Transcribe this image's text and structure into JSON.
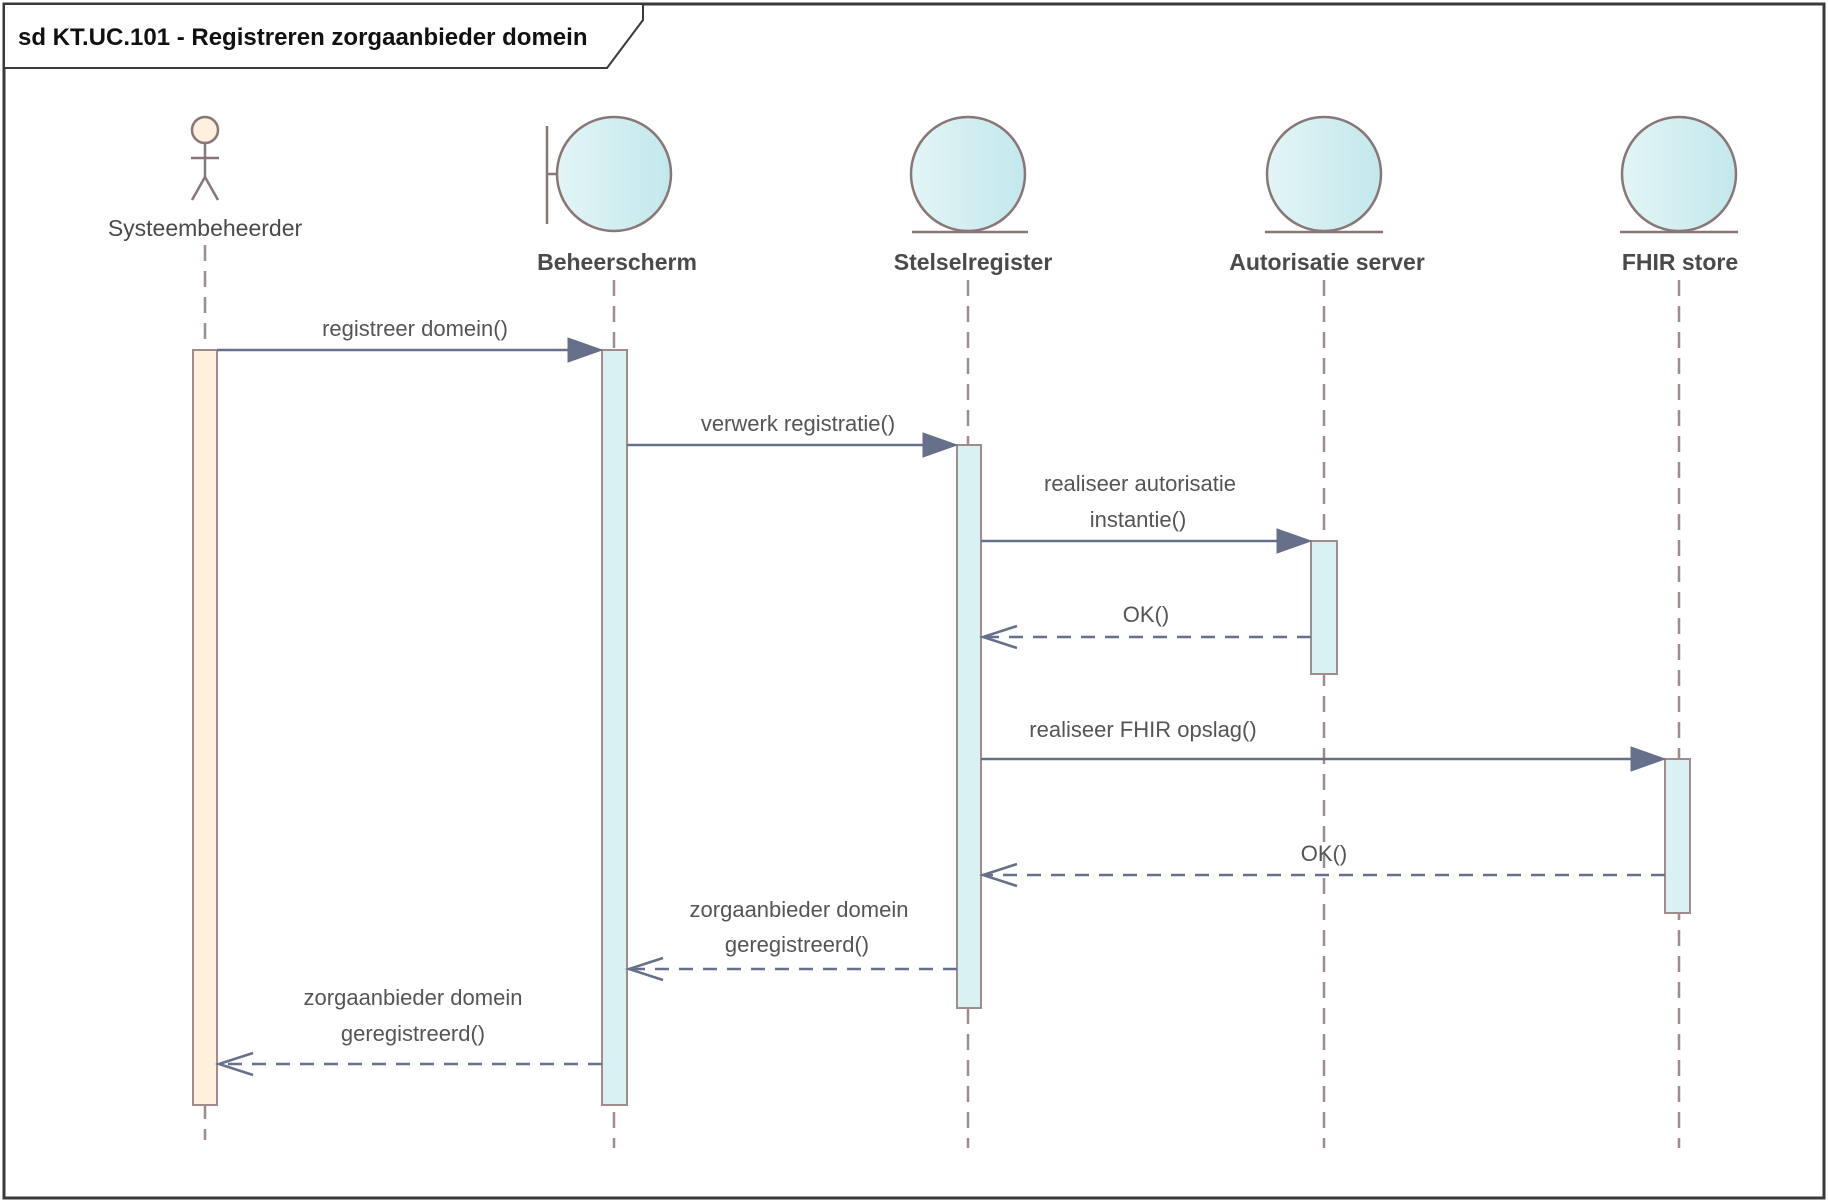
{
  "diagram": {
    "title": "sd KT.UC.101 - Registreren zorgaanbieder domein",
    "kind": "sequence",
    "colors": {
      "actor_fill": "#fdf0dc",
      "object_fill": "#d6f0f2",
      "object_fill_dark": "#c2e8ec",
      "message": "#66708a",
      "lifeline": "#a08c8c"
    }
  },
  "participants": [
    {
      "id": "p0",
      "name": "Systeembeheerder",
      "stereotype": "actor",
      "icon": "actor-icon"
    },
    {
      "id": "p1",
      "name": "Beheerscherm",
      "stereotype": "boundary",
      "icon": "boundary-icon"
    },
    {
      "id": "p2",
      "name": "Stelselregister",
      "stereotype": "entity",
      "icon": "entity-icon"
    },
    {
      "id": "p3",
      "name": "Autorisatie server",
      "stereotype": "entity",
      "icon": "entity-icon"
    },
    {
      "id": "p4",
      "name": "FHIR store",
      "stereotype": "entity",
      "icon": "entity-icon"
    }
  ],
  "messages": [
    {
      "from": 0,
      "to": 1,
      "type": "sync",
      "lines": [
        "registreer domein()"
      ]
    },
    {
      "from": 1,
      "to": 2,
      "type": "sync",
      "lines": [
        "verwerk registratie()"
      ]
    },
    {
      "from": 2,
      "to": 3,
      "type": "sync",
      "lines": [
        "realiseer autorisatie",
        "instantie()"
      ]
    },
    {
      "from": 3,
      "to": 2,
      "type": "return",
      "lines": [
        "OK()"
      ]
    },
    {
      "from": 2,
      "to": 4,
      "type": "sync",
      "lines": [
        "realiseer FHIR opslag()"
      ]
    },
    {
      "from": 4,
      "to": 2,
      "type": "return",
      "lines": [
        "OK()"
      ]
    },
    {
      "from": 2,
      "to": 1,
      "type": "return",
      "lines": [
        "zorgaanbieder domein",
        "geregistreerd()"
      ]
    },
    {
      "from": 1,
      "to": 0,
      "type": "return",
      "lines": [
        "zorgaanbieder domein",
        "geregistreerd()"
      ]
    }
  ]
}
